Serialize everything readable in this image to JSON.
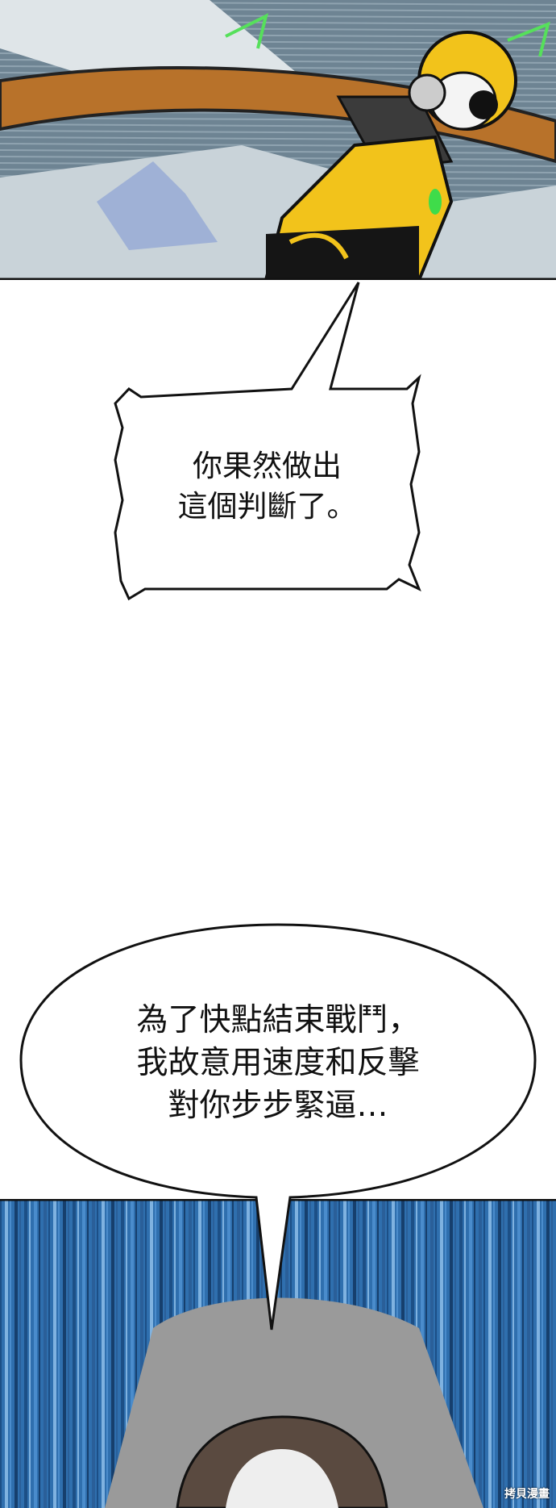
{
  "bubbles": {
    "first": {
      "lines": [
        "你果然做出",
        "這個判斷了。"
      ]
    },
    "second": {
      "lines": [
        "為了快點結束戰鬥，",
        "我故意用速度和反擊",
        "對你步步緊逼…"
      ]
    }
  },
  "watermark": "拷貝漫畫",
  "colors": {
    "sky": "#5c7384",
    "robot_yellow": "#f2c31b",
    "whip": "#b8722a",
    "streaks_blue": "#2f6fae"
  }
}
